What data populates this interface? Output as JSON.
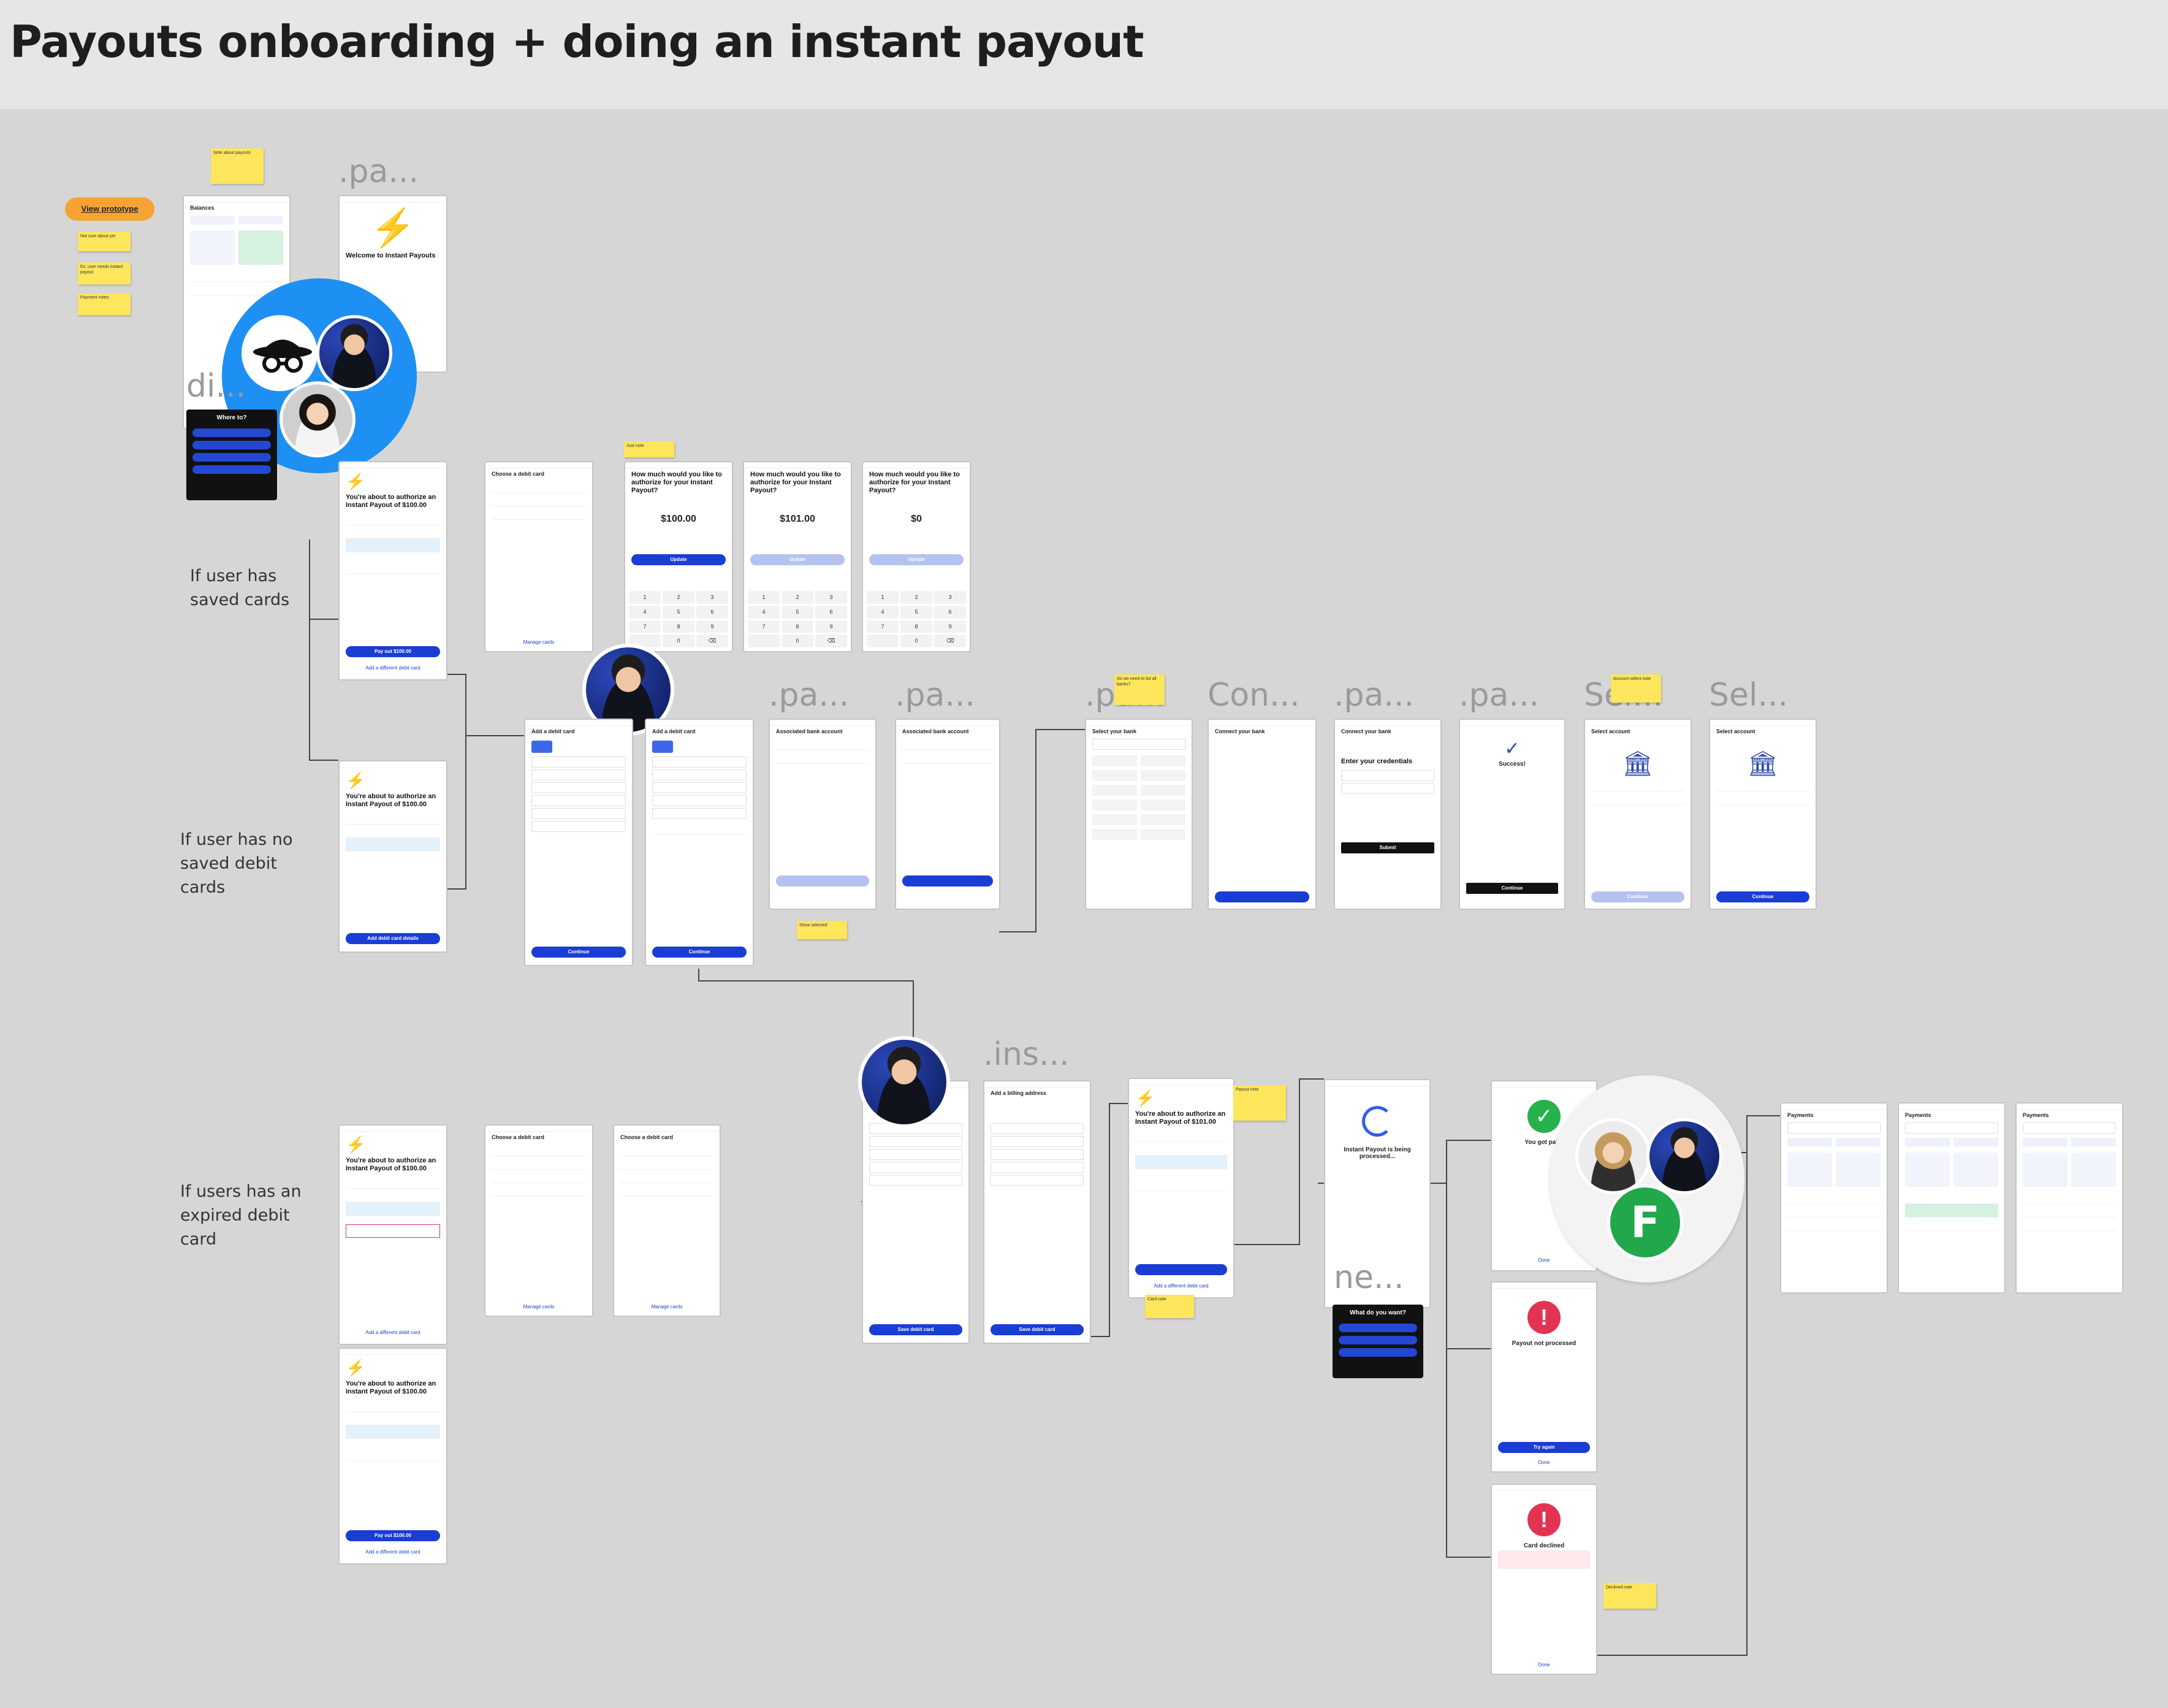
{
  "page": {
    "title": "Payouts onboarding + doing an instant payout"
  },
  "prototype_button": "View prototype",
  "row_labels": {
    "saved_cards": "If user has saved cards",
    "no_debit_cards": "If user has no saved debit cards",
    "expired_card": "If users has an expired debit card"
  },
  "ghost_labels": {
    "g1": ".pa...",
    "g2": "di...",
    "g3": ".pa...",
    "g4": ".pa...",
    "g5": ".pa...",
    "g6": "Con...",
    "g7": ".pa...",
    "g8": ".pa...",
    "g9": "Sel...",
    "g10": "Sel...",
    "g11": ".ins...",
    "g12": "ne..."
  },
  "avatars": {
    "f_initial": "F"
  },
  "frames": {
    "balance_title": "Balances",
    "welcome_title": "Welcome to Instant Payouts",
    "authorize_title": "You're about to authorize an Instant Payout of $100.00",
    "authorize_title_101": "You're about to authorize an Instant Payout of $101.00",
    "choose_debit": "Choose a debit card",
    "how_much": "How much would you like to authorize for your Instant Payout?",
    "amount_100": "$100.00",
    "amount_101": "$101.00",
    "amount_0": "$0",
    "add_debit_card": "Add a debit card",
    "add_billing": "Add a billing address",
    "assoc_bank": "Associated bank account",
    "select_bank": "Select your bank",
    "connect_bank": "Connect your bank",
    "enter_creds": "Enter your credentials",
    "success": "Success!",
    "select_account": "Select account",
    "processing": "Instant Payout is being processed...",
    "you_got_paid": "You got paid!",
    "payout_not_processed": "Payout not processed",
    "card_declined": "Card declined",
    "payments": "Payments",
    "pay_out": "Pay out $100.00",
    "add_different": "Add a different debit card",
    "update": "Update",
    "continue": "Continue",
    "submit": "Submit",
    "save_debit": "Save debit card",
    "manage_cards": "Manage cards",
    "try_again": "Try again",
    "done": "Done",
    "add_card_details": "Add debit card details",
    "where_to": "Where to?",
    "what_next": "What do you want?"
  },
  "colors": {
    "primary": "#1a3dd3",
    "sticky": "#fde55c",
    "accent_orange": "#f7a233",
    "success": "#25b24a",
    "error": "#e33353",
    "bubble": "#1e90f3"
  }
}
